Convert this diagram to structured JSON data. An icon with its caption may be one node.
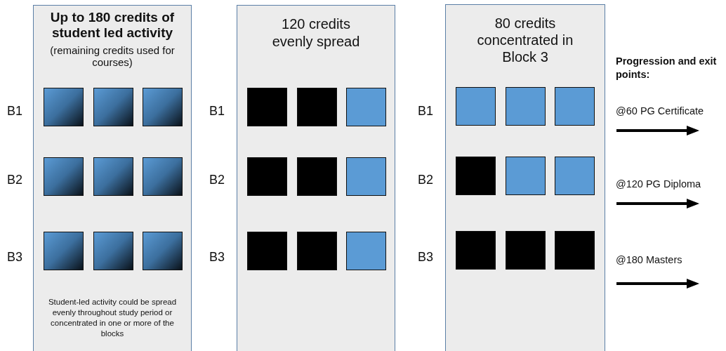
{
  "diagram": {
    "nodes": [
      {
        "text": [
          "Up to 180 credits of student led activity",
          "(remaining credits used for courses)",
          "Student-led activity could be spread evenly throughout study period or concentrated in one or more of the blocks"
        ]
      },
      {
        "text": [],
        "shape": "box",
        "in": 0
      },
      {
        "text": [],
        "shape": "box",
        "in": 0
      },
      {
        "text": [],
        "shape": "box",
        "in": 0
      },
      {
        "text": [],
        "shape": "box",
        "in": 0
      },
      {
        "text": [],
        "shape": "box",
        "in": 0
      },
      {
        "text": [],
        "shape": "box",
        "in": 0
      },
      {
        "text": [],
        "shape": "box",
        "in": 0
      },
      {
        "text": [],
        "shape": "box",
        "in": 0
      },
      {
        "text": [],
        "shape": "box",
        "in": 0
      },
      {
        "text": [
          "120 credits evenly spread"
        ]
      },
      {
        "text": [],
        "shape": "box",
        "in": 10
      },
      {
        "text": [],
        "shape": "box",
        "in": 10
      },
      {
        "text": [],
        "shape": "box",
        "in": 10
      },
      {
        "text": [],
        "shape": "box",
        "in": 10
      },
      {
        "text": [],
        "shape": "box",
        "in": 10
      },
      {
        "text": [],
        "shape": "box",
        "in": 10
      },
      {
        "text": [],
        "shape": "box",
        "in": 10
      },
      {
        "text": [],
        "shape": "box",
        "in": 10
      },
      {
        "text": [],
        "shape": "box",
        "in": 10
      },
      {
        "text": [
          "80 credits concentrated in Block 3"
        ]
      },
      {
        "text": [],
        "shape": "box",
        "in": 20
      },
      {
        "text": [],
        "shape": "box",
        "in": 20
      },
      {
        "text": [],
        "shape": "box",
        "in": 20
      },
      {
        "text": [],
        "shape": "box",
        "in": 20
      },
      {
        "text": [],
        "shape": "box",
        "in": 20
      },
      {
        "text": [],
        "shape": "box",
        "in": 20
      },
      {
        "text": [],
        "shape": "box",
        "in": 20
      },
      {
        "text": [],
        "shape": "box",
        "in": 20
      },
      {
        "text": [],
        "shape": "box",
        "in": 20
      }
    ],
    "labels": [
      "B1",
      "B2",
      "B3",
      "B1",
      "B2",
      "B3",
      "B1",
      "B2",
      "B3",
      "Progression and exit points:",
      "@60 PG Certificate",
      "@120 PG Diploma",
      "@180 Masters"
    ]
  }
}
